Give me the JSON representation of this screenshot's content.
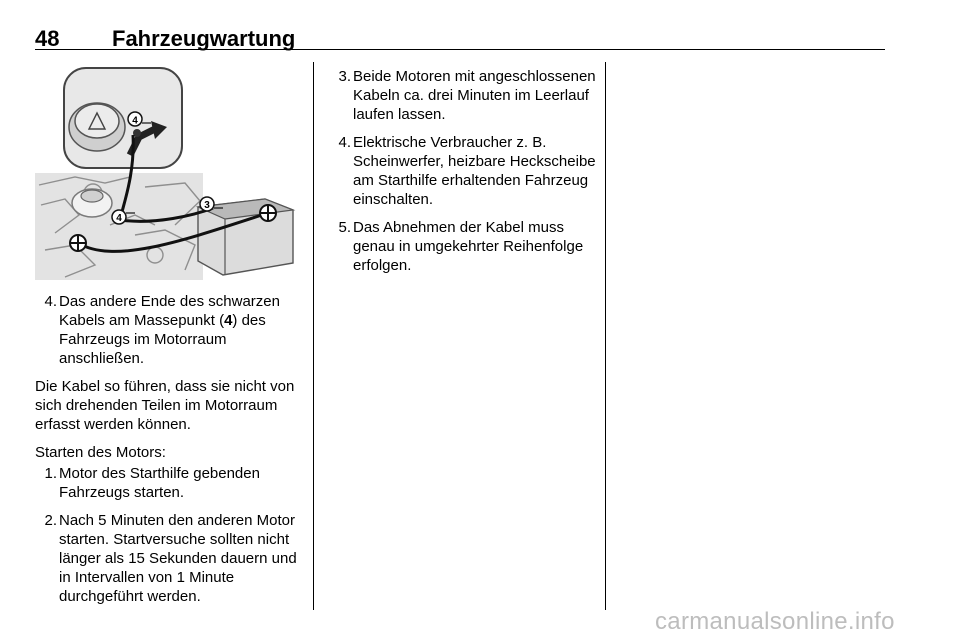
{
  "header": {
    "page_number": "48",
    "chapter_title": "Fahrzeugwartung"
  },
  "figure": {
    "callouts": [
      "4",
      "4",
      "3"
    ]
  },
  "col1": {
    "step4": {
      "num": "4.",
      "text_a": "Das andere Ende des schwarzen Kabels am Massepunkt (",
      "ref": "4",
      "text_b": ") des Fahrzeugs im Motorraum anschließen."
    },
    "para1": "Die Kabel so führen, dass sie nicht von sich drehenden Teilen im Motorraum erfasst werden können.",
    "para2": "Starten des Motors:",
    "steps": [
      {
        "num": "1.",
        "text": "Motor des Starthilfe gebenden Fahrzeugs starten."
      },
      {
        "num": "2.",
        "text": "Nach 5 Minuten den anderen Motor starten. Startversuche sollten nicht länger als 15 Sekunden dauern und in Intervallen von 1 Minute durchgeführt werden."
      }
    ]
  },
  "col2": {
    "steps": [
      {
        "num": "3.",
        "text": "Beide Motoren mit angeschlossenen Kabeln ca. drei Minuten im Leerlauf laufen lassen."
      },
      {
        "num": "4.",
        "text": "Elektrische Verbraucher z. B. Scheinwerfer, heizbare Heckscheibe am Starthilfe erhaltenden Fahrzeug einschalten."
      },
      {
        "num": "5.",
        "text": "Das Abnehmen der Kabel muss genau in umgekehrter Reihenfolge erfolgen."
      }
    ]
  },
  "watermark": "carmanualsonline.info"
}
